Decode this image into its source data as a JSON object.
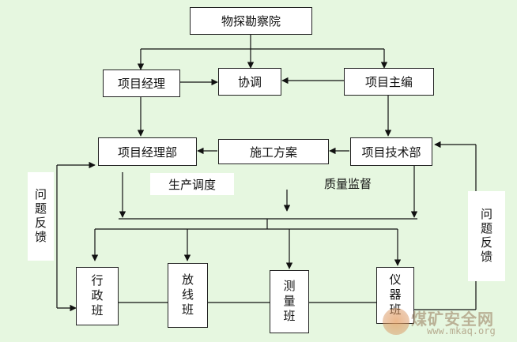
{
  "nodes": {
    "top": "物探勘察院",
    "project_manager": "项目经理",
    "coordination": "协调",
    "chief_editor": "项目主编",
    "pm_dept": "项目经理部",
    "construction_plan": "施工方案",
    "tech_dept": "项目技术部",
    "admin_team": "行政班",
    "survey_line_team": "放线班",
    "measure_team": "测量班",
    "instrument_team": "仪器班"
  },
  "labels": {
    "production_dispatch": "生产调度",
    "quality_supervision": "质量监督",
    "feedback_left": "问题反馈",
    "feedback_right": "问题反馈"
  },
  "watermark": {
    "text_cn": "煤矿安全网",
    "text_en": "www.mkaq.org"
  }
}
